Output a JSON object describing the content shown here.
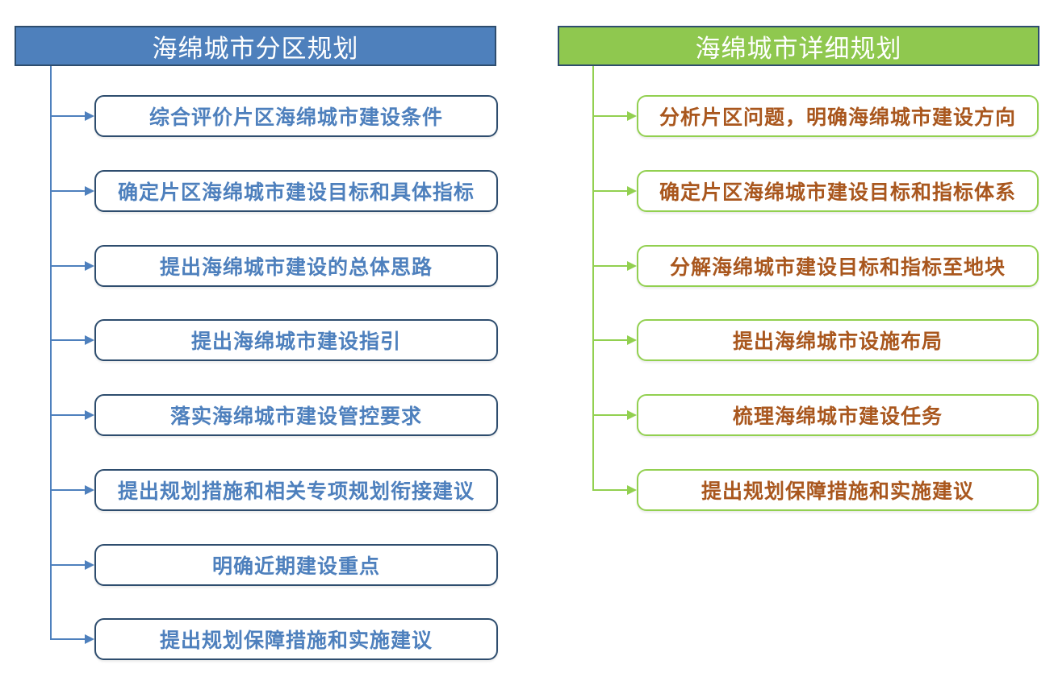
{
  "left_panel": {
    "title": "海绵城市分区规划",
    "header_fill": "#4e80bc",
    "header_border": "#2e4d6e",
    "box_border": "#2e4d6e",
    "text_color": "#4e80bd",
    "connector_color": "#4e80bd",
    "items": [
      "综合评价片区海绵城市建设条件",
      "确定片区海绵城市建设目标和具体指标",
      "提出海绵城市建设的总体思路",
      "提出海绵城市建设指引",
      "落实海绵城市建设管控要求",
      "提出规划措施和相关专项规划衔接建议",
      "明确近期建设重点",
      "提出规划保障措施和实施建议"
    ]
  },
  "right_panel": {
    "title": "海绵城市详细规划",
    "header_fill": "#8fc84f",
    "header_border": "#2e4d6e",
    "box_border": "#92d050",
    "text_color": "#a9571e",
    "connector_color": "#92d050",
    "items": [
      "分析片区问题，明确海绵城市建设方向",
      "确定片区海绵城市建设目标和指标体系",
      "分解海绵城市建设目标和指标至地块",
      "提出海绵城市设施布局",
      "梳理海绵城市建设任务",
      "提出规划保障措施和实施建议"
    ]
  }
}
